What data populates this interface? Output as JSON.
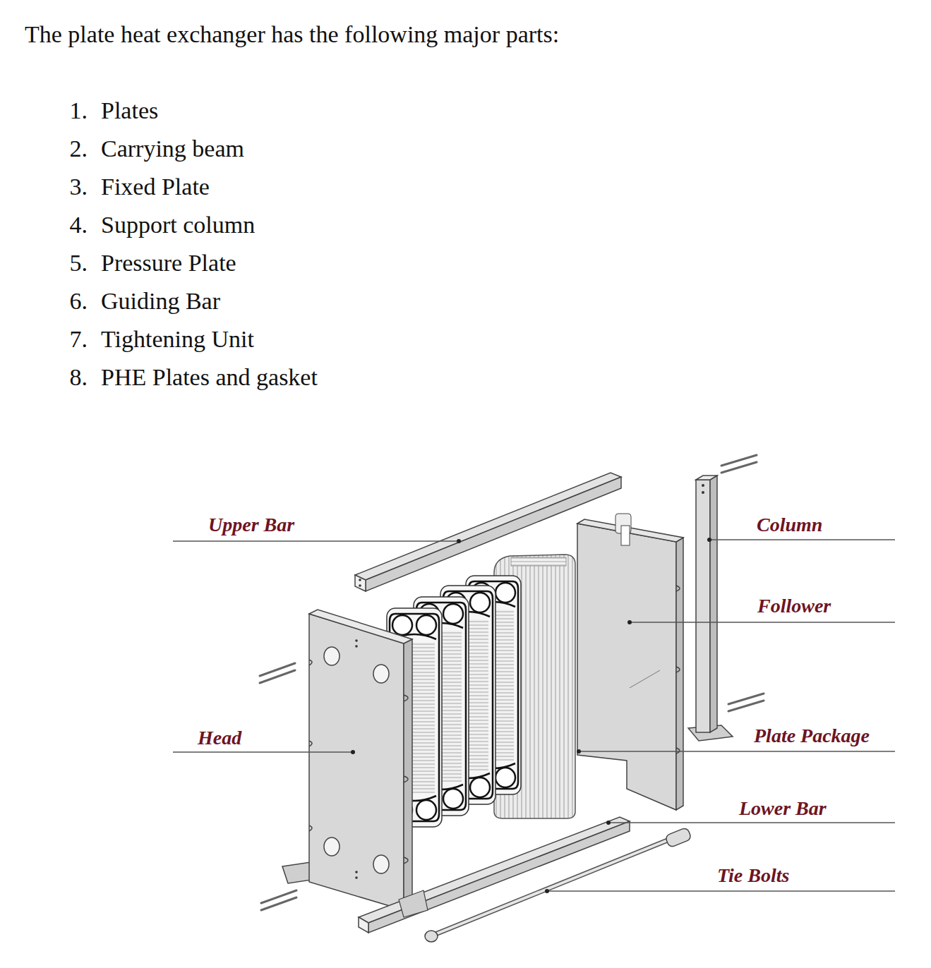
{
  "diagram": {
    "title": "The plate heat exchanger has the following major parts:",
    "labels": [
      "1.",
      "Plates",
      "2.",
      "Carrying beam",
      "3.",
      "Fixed Plate",
      "4.",
      "Support column",
      "5.",
      "Pressure Plate",
      "6.",
      "Guiding Bar",
      "7.",
      "Tightening Unit",
      "8.",
      "PHE Plates and gasket",
      "Upper Bar",
      "Column",
      "Follower",
      "Head",
      "Plate Package",
      "Lower Bar",
      "Tie Bolts"
    ]
  }
}
